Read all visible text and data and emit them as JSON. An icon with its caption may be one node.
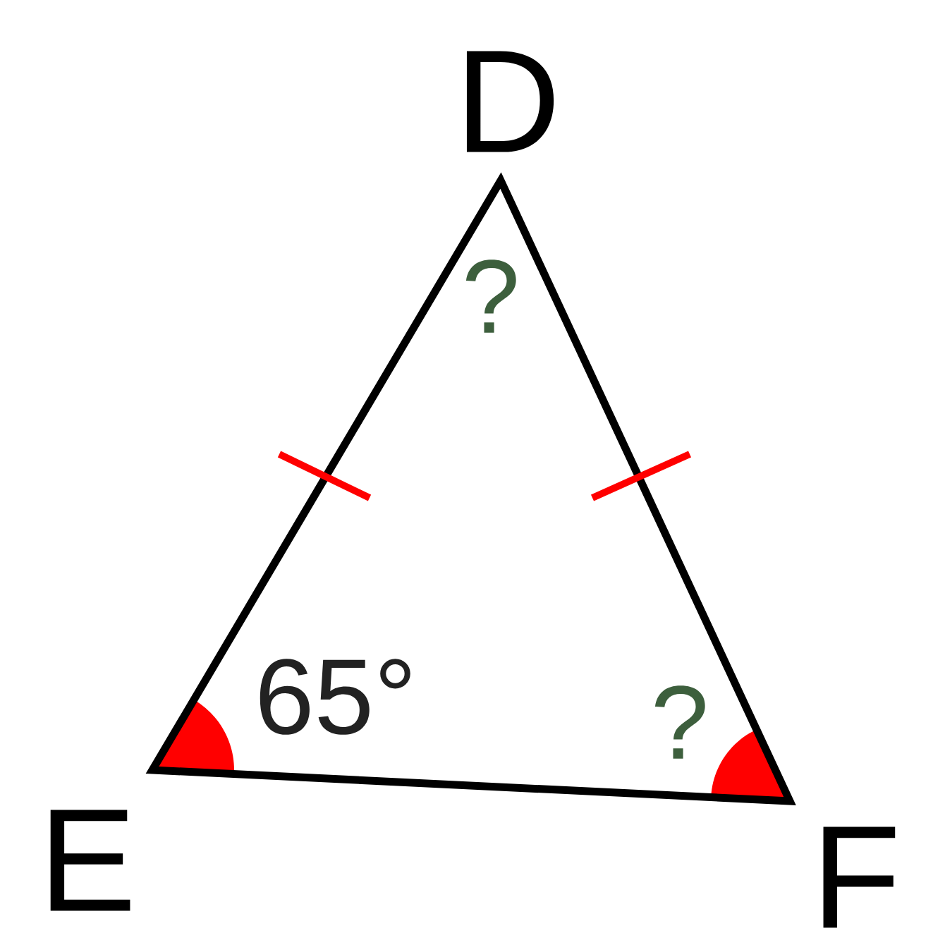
{
  "diagram": {
    "labels": [
      "D",
      "?",
      "65°",
      "?",
      "E",
      "F"
    ]
  }
}
